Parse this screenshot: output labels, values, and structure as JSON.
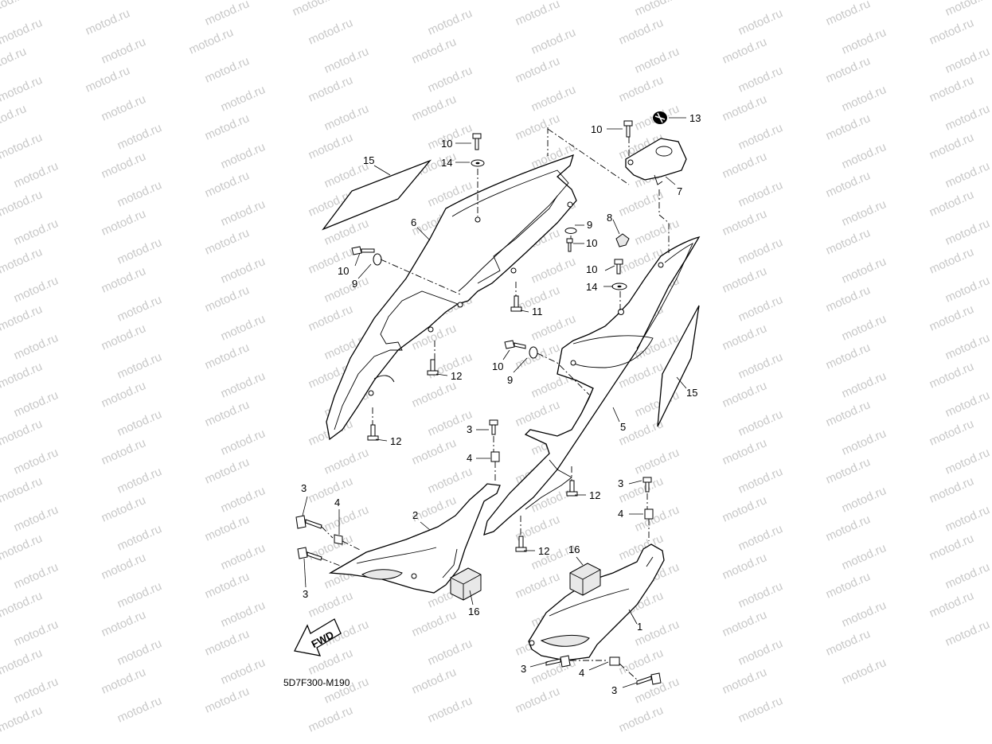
{
  "watermark": {
    "text": "motod.ru"
  },
  "diagram_code": "5D7F300-M190",
  "fwd_arrow": {
    "label": "FWD"
  },
  "callouts": {
    "c1": "1",
    "c2": "2",
    "c3a": "3",
    "c3b": "3",
    "c3c": "3",
    "c3d": "3",
    "c3e": "3",
    "c3f": "3",
    "c4a": "4",
    "c4b": "4",
    "c4c": "4",
    "c4d": "4",
    "c5": "5",
    "c6": "6",
    "c7": "7",
    "c8": "8",
    "c9a": "9",
    "c9b": "9",
    "c9c": "9",
    "c10a": "10",
    "c10b": "10",
    "c10c": "10",
    "c10d": "10",
    "c10e": "10",
    "c10f": "10",
    "c11": "11",
    "c12a": "12",
    "c12b": "12",
    "c12c": "12",
    "c12d": "12",
    "c13": "13",
    "c14a": "14",
    "c14b": "14",
    "c15a": "15",
    "c15b": "15",
    "c16a": "16",
    "c16b": "16"
  }
}
